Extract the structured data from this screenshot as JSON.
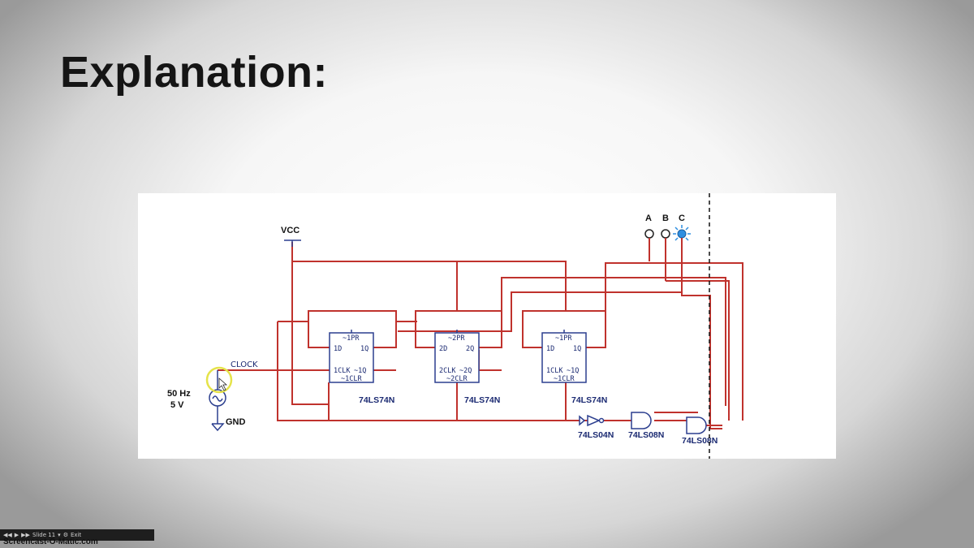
{
  "slide": {
    "title": "Explanation:"
  },
  "schematic": {
    "vcc_label": "VCC",
    "gnd_label": "GND",
    "clock_label": "CLOCK",
    "source_freq": "50 Hz",
    "source_volt": "5 V",
    "output_labels": [
      "A",
      "B",
      "C"
    ],
    "flipflops": [
      {
        "pr": "~1PR",
        "d": "1D",
        "q": "1Q",
        "clk": "1CLK",
        "qn": "~1Q",
        "clr": "~1CLR",
        "part": "74LS74N"
      },
      {
        "pr": "~2PR",
        "d": "2D",
        "q": "2Q",
        "clk": "2CLK",
        "qn": "~2Q",
        "clr": "~2CLR",
        "part": "74LS74N"
      },
      {
        "pr": "~1PR",
        "d": "1D",
        "q": "1Q",
        "clk": "1CLK",
        "qn": "~1Q",
        "clr": "~1CLR",
        "part": "74LS74N"
      }
    ],
    "gates": {
      "inverter": "74LS04N",
      "and1": "74LS08N",
      "and2": "74LS08N"
    },
    "colors": {
      "wire": "#c0322d",
      "component": "#2c3f8f",
      "probe_lit": "#2f8ee0"
    }
  },
  "toolbar": {
    "slide_label": "Slide 11",
    "exit_label": "Exit",
    "brand": "Screencast-O-Matic.com"
  }
}
